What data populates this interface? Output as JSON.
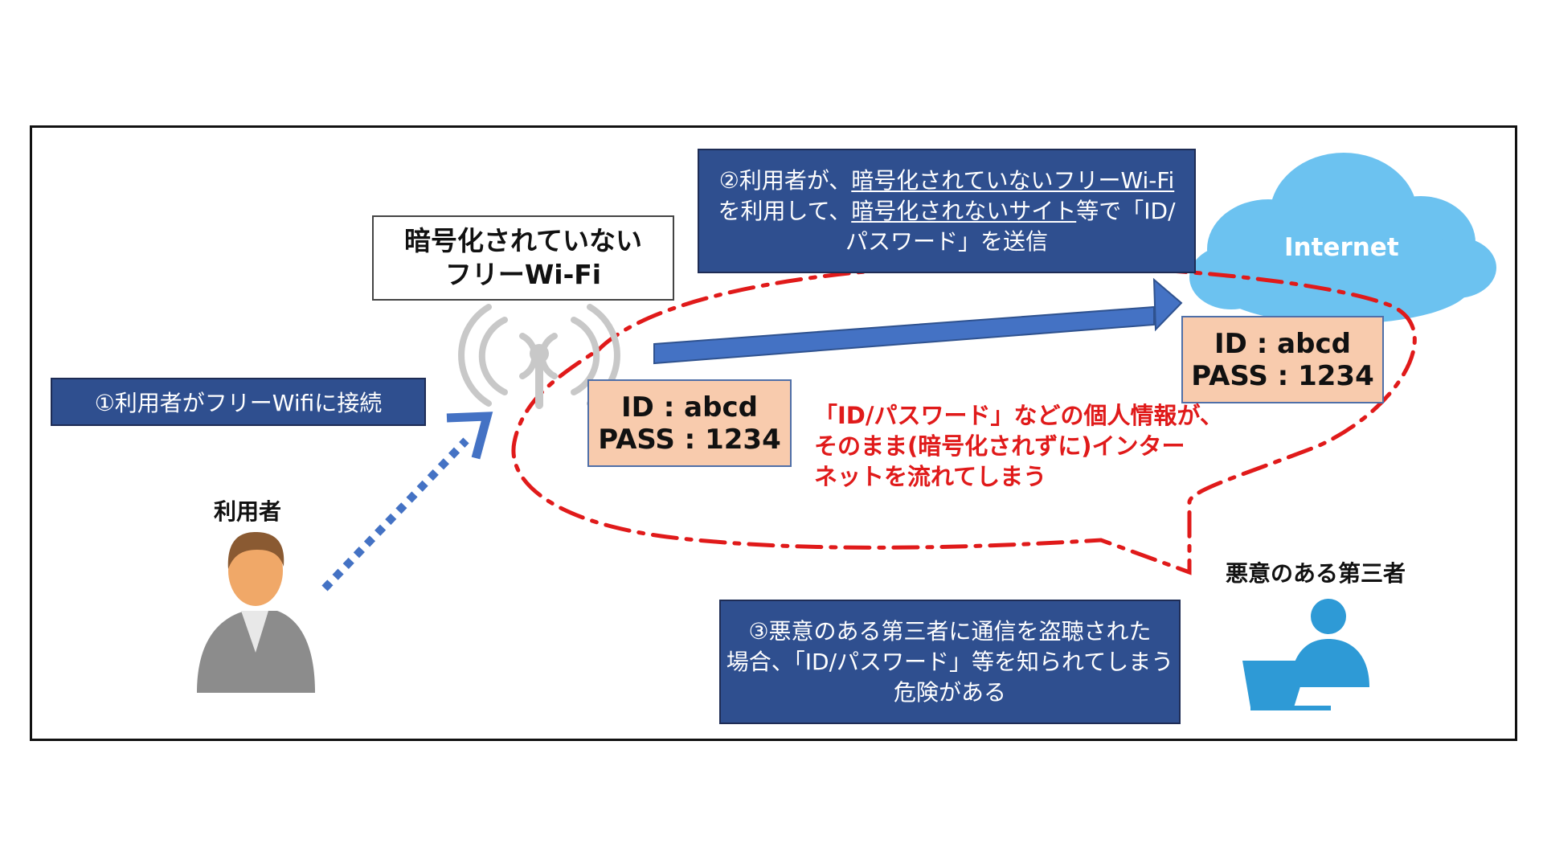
{
  "step1": {
    "label": "①利用者がフリーWifiに接続"
  },
  "wifi": {
    "label_line1": "暗号化されていない",
    "label_line2": "フリーWi-Fi"
  },
  "step2": {
    "line1_prefix": "②利用者が、",
    "line1_underlined": "暗号化されていないフリーWi-Fi",
    "line2_prefix": "を利用して、",
    "line2_underlined": "暗号化されないサイト",
    "line2_suffix": "等で「ID/",
    "line3": "パスワード」を送信"
  },
  "internet": {
    "label": "Internet"
  },
  "credentials_sent": {
    "id": "ID : abcd",
    "pass": "PASS : 1234"
  },
  "credentials_internet": {
    "id": "ID : abcd",
    "pass": "PASS : 1234"
  },
  "warning": {
    "line1": "「ID/パスワード」などの個人情報が、",
    "line2": "そのまま(暗号化されずに)インター",
    "line3": "ネットを流れてしまう"
  },
  "user": {
    "label": "利用者"
  },
  "attacker": {
    "label": "悪意のある第三者"
  },
  "step3": {
    "line1": "③悪意のある第三者に通信を盗聴された",
    "line2": "場合、「ID/パスワード」等を知られてしまう",
    "line3": "危険がある"
  },
  "colors": {
    "box_blue": "#2f4f8f",
    "cloud": "#6cc2f0",
    "arrow": "#4472c4",
    "dashed_line": "#e01a1a",
    "credential_fill": "#f8cbad",
    "attacker": "#2e9ad6"
  }
}
